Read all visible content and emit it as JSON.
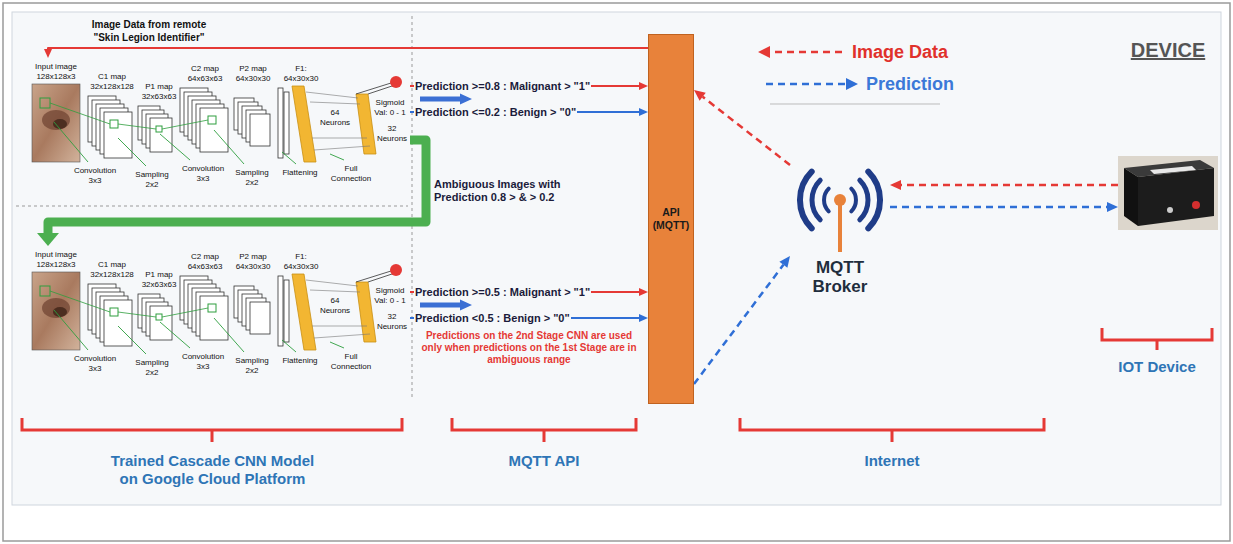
{
  "diagram": {
    "nodes": [
      {
        "text": [
          "Input image 128x128x3",
          "C1 map 32x128x128",
          "P1 map 32x63x63",
          "C2 map 64x63x63",
          "P2 map 64x30x30",
          "F1: 64x30x30",
          "64 Neurons",
          "32 Neurons",
          "Sigmoid Val: 0 - 1",
          "Convolution 3x3",
          "Sampling 2x2",
          "Convolution 3x3",
          "Sampling 2x2",
          "Flattening",
          "Full Connection"
        ]
      },
      {
        "text": [
          "Input image 128x128x3",
          "C1 map 32x128x128",
          "P1 map 32x63x63",
          "C2 map 64x63x63",
          "P2 map 64x30x30",
          "F1: 64x30x30",
          "64 Neurons",
          "32 Neurons",
          "Sigmoid Val: 0 - 1",
          "Convolution 3x3",
          "Sampling 2x2",
          "Convolution 3x3",
          "Sampling 2x2",
          "Flattening",
          "Full Connection"
        ]
      },
      {
        "text": [
          "API (MQTT)"
        ]
      },
      {
        "text": [
          "MQTT Broker"
        ]
      },
      {
        "text": [
          "DEVICE"
        ]
      }
    ],
    "edges": [
      {
        "from": 2,
        "to": 0,
        "arrow": "to",
        "label": "Image Data from remote \"Skin Legion Identifier\""
      },
      {
        "from": 0,
        "to": 2,
        "arrow": "to",
        "label": "Prediction >=0.8 : Malignant > \"1\""
      },
      {
        "from": 0,
        "to": 2,
        "arrow": "to",
        "label": "Prediction <=0.2 : Benign > \"0\""
      },
      {
        "from": 0,
        "to": 1,
        "arrow": "to",
        "label": "Ambiguous Images with Prediction 0.8 > & > 0.2"
      },
      {
        "from": 1,
        "to": 2,
        "arrow": "to",
        "label": "Prediction >=0.5 : Malignant > \"1\""
      },
      {
        "from": 1,
        "to": 2,
        "arrow": "to",
        "label": "Prediction <0.5 : Benign > \"0\""
      },
      {
        "from": 4,
        "to": 3,
        "arrow": "to"
      },
      {
        "from": 3,
        "to": 2,
        "arrow": "to"
      },
      {
        "from": 2,
        "to": 3,
        "arrow": "to"
      },
      {
        "from": 3,
        "to": 4,
        "arrow": "to"
      }
    ],
    "labels": [
      "Predictions on the 2nd Stage CNN are used only when predictions on the 1st Stage are in ambiguous range",
      "Trained Cascade CNN Model on Google Cloud Platform",
      "MQTT API",
      "Internet",
      "IOT Device"
    ],
    "legend": [
      {
        "text": "Image Data"
      },
      {
        "text": "Prediction"
      }
    ]
  }
}
